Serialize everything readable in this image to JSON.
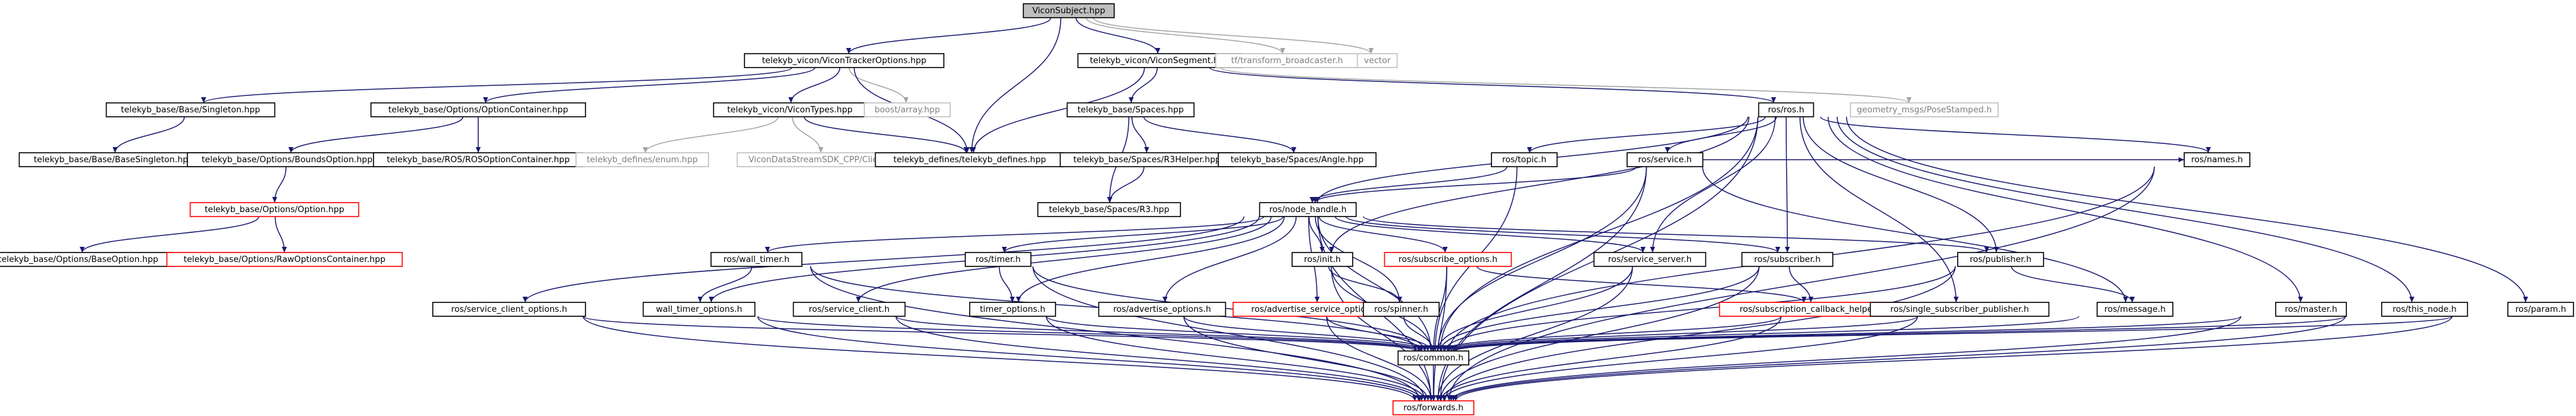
{
  "diagram": {
    "nodes": [
      {
        "id": "root",
        "label": "ViconSubject.hpp",
        "style": "root"
      },
      {
        "id": "vto",
        "label": "telekyb_vicon/ViconTrackerOptions.hpp",
        "style": "normal"
      },
      {
        "id": "vseg",
        "label": "telekyb_vicon/ViconSegment.hpp",
        "style": "normal"
      },
      {
        "id": "tfb",
        "label": "tf/transform_broadcaster.h",
        "style": "gray"
      },
      {
        "id": "vec",
        "label": "vector",
        "style": "gray"
      },
      {
        "id": "sing",
        "label": "telekyb_base/Base/Singleton.hpp",
        "style": "normal"
      },
      {
        "id": "optc",
        "label": "telekyb_base/Options/OptionContainer.hpp",
        "style": "normal"
      },
      {
        "id": "vtypes",
        "label": "telekyb_vicon/ViconTypes.hpp",
        "style": "normal"
      },
      {
        "id": "barr",
        "label": "boost/array.hpp",
        "style": "gray"
      },
      {
        "id": "spaces",
        "label": "telekyb_base/Spaces.hpp",
        "style": "normal"
      },
      {
        "id": "rosros",
        "label": "ros/ros.h",
        "style": "normal"
      },
      {
        "id": "geo",
        "label": "geometry_msgs/PoseStamped.h",
        "style": "gray"
      },
      {
        "id": "bsing",
        "label": "telekyb_base/Base/BaseSingleton.hpp",
        "style": "normal"
      },
      {
        "id": "bopt",
        "label": "telekyb_base/Options/BoundsOption.hpp",
        "style": "normal"
      },
      {
        "id": "rosoc",
        "label": "telekyb_base/ROS/ROSOptionContainer.hpp",
        "style": "normal"
      },
      {
        "id": "enum",
        "label": "telekyb_defines/enum.hpp",
        "style": "gray"
      },
      {
        "id": "vdss",
        "label": "ViconDataStreamSDK_CPP/Client.h",
        "style": "gray"
      },
      {
        "id": "tdef",
        "label": "telekyb_defines/telekyb_defines.hpp",
        "style": "normal"
      },
      {
        "id": "r3h",
        "label": "telekyb_base/Spaces/R3Helper.hpp",
        "style": "normal"
      },
      {
        "id": "angle",
        "label": "telekyb_base/Spaces/Angle.hpp",
        "style": "normal"
      },
      {
        "id": "topic",
        "label": "ros/topic.h",
        "style": "normal"
      },
      {
        "id": "service",
        "label": "ros/service.h",
        "style": "normal"
      },
      {
        "id": "names",
        "label": "ros/names.h",
        "style": "normal"
      },
      {
        "id": "option",
        "label": "telekyb_base/Options/Option.hpp",
        "style": "red"
      },
      {
        "id": "r3",
        "label": "telekyb_base/Spaces/R3.hpp",
        "style": "normal"
      },
      {
        "id": "nh",
        "label": "ros/node_handle.h",
        "style": "normal"
      },
      {
        "id": "baseopt",
        "label": "telekyb_base/Options/BaseOption.hpp",
        "style": "normal"
      },
      {
        "id": "rawopt",
        "label": "telekyb_base/Options/RawOptionsContainer.hpp",
        "style": "red"
      },
      {
        "id": "wtimer",
        "label": "ros/wall_timer.h",
        "style": "normal"
      },
      {
        "id": "timer",
        "label": "ros/timer.h",
        "style": "normal"
      },
      {
        "id": "init",
        "label": "ros/init.h",
        "style": "normal"
      },
      {
        "id": "subopt",
        "label": "ros/subscribe_options.h",
        "style": "red"
      },
      {
        "id": "ssrv",
        "label": "ros/service_server.h",
        "style": "normal"
      },
      {
        "id": "subr",
        "label": "ros/subscriber.h",
        "style": "normal"
      },
      {
        "id": "pub",
        "label": "ros/publisher.h",
        "style": "normal"
      },
      {
        "id": "sco",
        "label": "ros/service_client_options.h",
        "style": "normal"
      },
      {
        "id": "wto",
        "label": "wall_timer_options.h",
        "style": "normal"
      },
      {
        "id": "sclient",
        "label": "ros/service_client.h",
        "style": "normal"
      },
      {
        "id": "topt",
        "label": "timer_options.h",
        "style": "normal"
      },
      {
        "id": "aopt",
        "label": "ros/advertise_options.h",
        "style": "normal"
      },
      {
        "id": "asopt",
        "label": "ros/advertise_service_options.h",
        "style": "red"
      },
      {
        "id": "spin",
        "label": "ros/spinner.h",
        "style": "normal"
      },
      {
        "id": "sch",
        "label": "ros/subscription_callback_helper.h",
        "style": "red"
      },
      {
        "id": "ssp",
        "label": "ros/single_subscriber_publisher.h",
        "style": "normal"
      },
      {
        "id": "msg",
        "label": "ros/message.h",
        "style": "normal"
      },
      {
        "id": "master",
        "label": "ros/master.h",
        "style": "normal"
      },
      {
        "id": "thisn",
        "label": "ros/this_node.h",
        "style": "normal"
      },
      {
        "id": "param",
        "label": "ros/param.h",
        "style": "normal"
      },
      {
        "id": "common",
        "label": "ros/common.h",
        "style": "normal"
      },
      {
        "id": "fwd",
        "label": "ros/forwards.h",
        "style": "red"
      }
    ],
    "edges": [
      [
        "root",
        "vto"
      ],
      [
        "root",
        "vseg"
      ],
      [
        "root",
        "tfb"
      ],
      [
        "root",
        "vec"
      ],
      [
        "root",
        "tdef"
      ],
      [
        "vto",
        "sing"
      ],
      [
        "vto",
        "optc"
      ],
      [
        "vto",
        "vtypes"
      ],
      [
        "vto",
        "barr"
      ],
      [
        "vto",
        "tdef"
      ],
      [
        "vseg",
        "spaces"
      ],
      [
        "vseg",
        "rosros"
      ],
      [
        "vseg",
        "geo"
      ],
      [
        "vseg",
        "tdef"
      ],
      [
        "sing",
        "bsing"
      ],
      [
        "optc",
        "bopt"
      ],
      [
        "optc",
        "rosoc"
      ],
      [
        "bopt",
        "option"
      ],
      [
        "option",
        "baseopt"
      ],
      [
        "option",
        "rawopt"
      ],
      [
        "vtypes",
        "enum"
      ],
      [
        "vtypes",
        "vdss"
      ],
      [
        "vtypes",
        "tdef"
      ],
      [
        "spaces",
        "r3h"
      ],
      [
        "spaces",
        "angle"
      ],
      [
        "spaces",
        "r3"
      ],
      [
        "r3h",
        "r3"
      ],
      [
        "rosros",
        "topic"
      ],
      [
        "rosros",
        "service"
      ],
      [
        "rosros",
        "names"
      ],
      [
        "rosros",
        "nh"
      ],
      [
        "rosros",
        "init"
      ],
      [
        "rosros",
        "ssrv"
      ],
      [
        "rosros",
        "subr"
      ],
      [
        "rosros",
        "pub"
      ],
      [
        "rosros",
        "ssp"
      ],
      [
        "rosros",
        "master"
      ],
      [
        "rosros",
        "thisn"
      ],
      [
        "rosros",
        "param"
      ],
      [
        "rosros",
        "common"
      ],
      [
        "rosros",
        "fwd"
      ],
      [
        "topic",
        "nh"
      ],
      [
        "topic",
        "common"
      ],
      [
        "service",
        "nh"
      ],
      [
        "service",
        "names"
      ],
      [
        "service",
        "msg"
      ],
      [
        "service",
        "common"
      ],
      [
        "service",
        "fwd"
      ],
      [
        "names",
        "common"
      ],
      [
        "names",
        "fwd"
      ],
      [
        "nh",
        "wtimer"
      ],
      [
        "nh",
        "timer"
      ],
      [
        "nh",
        "init"
      ],
      [
        "nh",
        "subopt"
      ],
      [
        "nh",
        "ssrv"
      ],
      [
        "nh",
        "subr"
      ],
      [
        "nh",
        "pub"
      ],
      [
        "nh",
        "sco"
      ],
      [
        "nh",
        "wto"
      ],
      [
        "nh",
        "sclient"
      ],
      [
        "nh",
        "topt"
      ],
      [
        "nh",
        "aopt"
      ],
      [
        "nh",
        "asopt"
      ],
      [
        "nh",
        "spin"
      ],
      [
        "nh",
        "common"
      ],
      [
        "nh",
        "fwd"
      ],
      [
        "wtimer",
        "wto"
      ],
      [
        "wtimer",
        "common"
      ],
      [
        "wtimer",
        "fwd"
      ],
      [
        "timer",
        "topt"
      ],
      [
        "timer",
        "common"
      ],
      [
        "timer",
        "fwd"
      ],
      [
        "init",
        "spin"
      ],
      [
        "init",
        "common"
      ],
      [
        "init",
        "fwd"
      ],
      [
        "subopt",
        "sch"
      ],
      [
        "subopt",
        "common"
      ],
      [
        "subopt",
        "fwd"
      ],
      [
        "ssrv",
        "common"
      ],
      [
        "ssrv",
        "fwd"
      ],
      [
        "subr",
        "sch"
      ],
      [
        "subr",
        "common"
      ],
      [
        "subr",
        "fwd"
      ],
      [
        "pub",
        "msg"
      ],
      [
        "pub",
        "common"
      ],
      [
        "pub",
        "fwd"
      ],
      [
        "sco",
        "common"
      ],
      [
        "sco",
        "fwd"
      ],
      [
        "wto",
        "common"
      ],
      [
        "wto",
        "fwd"
      ],
      [
        "sclient",
        "common"
      ],
      [
        "sclient",
        "fwd"
      ],
      [
        "topt",
        "common"
      ],
      [
        "topt",
        "fwd"
      ],
      [
        "aopt",
        "common"
      ],
      [
        "aopt",
        "fwd"
      ],
      [
        "asopt",
        "common"
      ],
      [
        "asopt",
        "fwd"
      ],
      [
        "spin",
        "common"
      ],
      [
        "sch",
        "common"
      ],
      [
        "sch",
        "fwd"
      ],
      [
        "ssp",
        "common"
      ],
      [
        "ssp",
        "fwd"
      ],
      [
        "msg",
        "common"
      ],
      [
        "master",
        "common"
      ],
      [
        "master",
        "fwd"
      ],
      [
        "thisn",
        "common"
      ],
      [
        "thisn",
        "fwd"
      ],
      [
        "param",
        "common"
      ],
      [
        "param",
        "fwd"
      ],
      [
        "common",
        "fwd"
      ]
    ]
  },
  "colors": {
    "edge": "#191970",
    "edge_external": "#a3a3a3",
    "node_border": "#000000",
    "node_border_external": "#bfbfbf",
    "node_border_incomplete": "#ff0000",
    "root_fill": "#bfbfbf"
  }
}
